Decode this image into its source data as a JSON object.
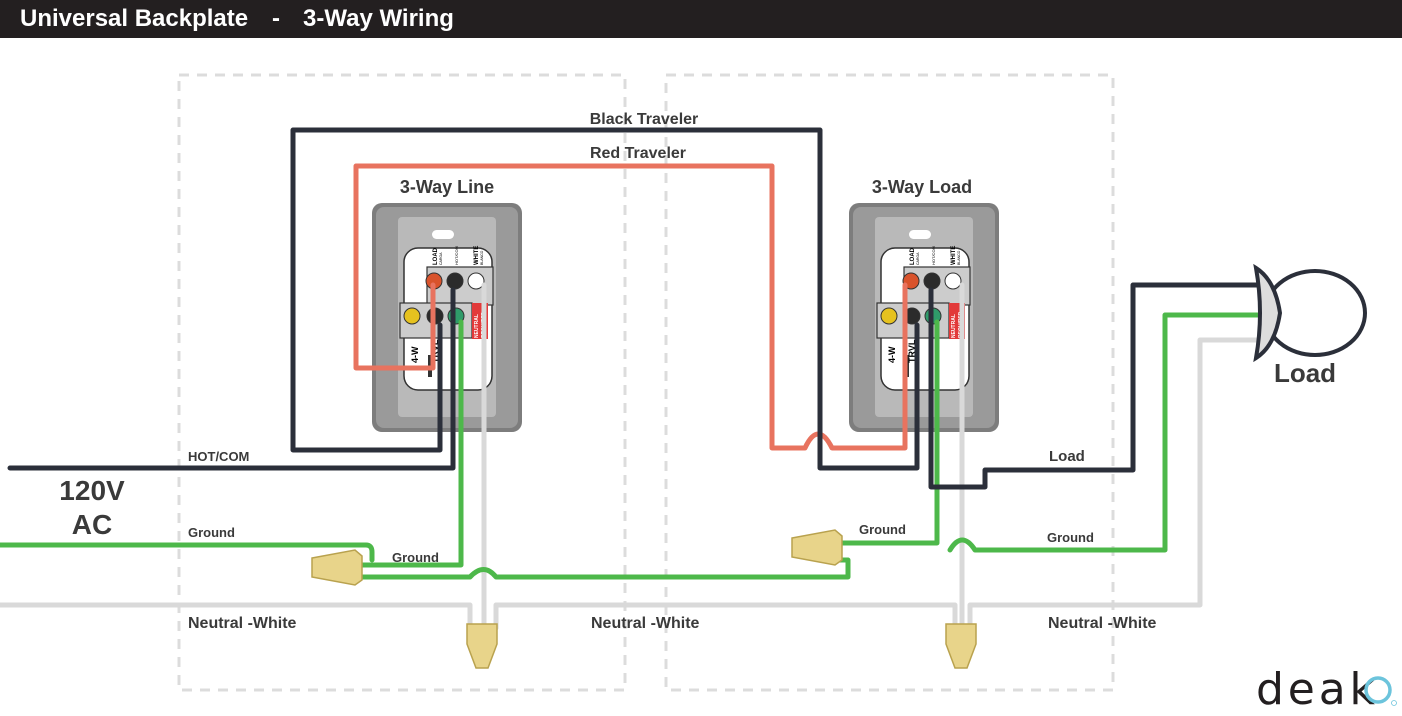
{
  "header": {
    "title": "Universal Backplate",
    "separator": "-",
    "subtitle": "3-Way Wiring"
  },
  "switches": {
    "line": {
      "title": "3-Way Line"
    },
    "load": {
      "title": "3-Way Load"
    },
    "plate_labels": {
      "load": "LOAD",
      "carga": "CARGA",
      "hotcom": "HOT/COM",
      "white": "WHITE",
      "blanco": "BLANCO",
      "neutral": "NEUTRAL",
      "required": "REQUIRED",
      "four_w": "4-W",
      "trvl": "TRVL"
    }
  },
  "wire_labels": {
    "black_traveler": "Black Traveler",
    "red_traveler": "Red Traveler",
    "hot_com": "HOT/COM",
    "supply_voltage": "120V",
    "supply_type": "AC",
    "ground_supply": "Ground",
    "ground_line": "Ground",
    "ground_load": "Ground",
    "ground_fixture": "Ground",
    "load_wire": "Load",
    "neutral_1": "Neutral -White",
    "neutral_2": "Neutral -White",
    "neutral_3": "Neutral -White"
  },
  "fixture": {
    "label": "Load"
  },
  "brand": {
    "logo": "deako"
  },
  "colors": {
    "black": "#2b2f3a",
    "red": "#e8735f",
    "green": "#4db84a",
    "white": "#d9d9d9",
    "wirenut": "#e8d48a",
    "logo_accent": "#6cc4dc"
  }
}
